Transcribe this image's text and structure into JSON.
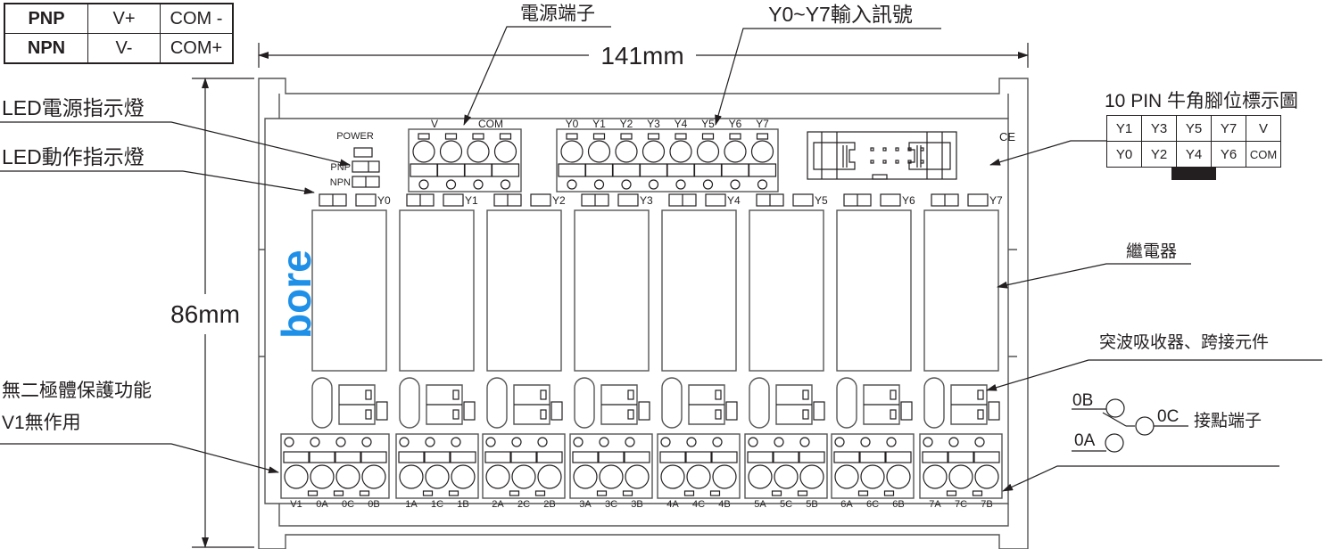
{
  "polarity_table": {
    "rows": [
      {
        "type": "PNP",
        "v": "V+",
        "com": "COM -"
      },
      {
        "type": "NPN",
        "v": "V-",
        "com": "COM+"
      }
    ]
  },
  "dimensions": {
    "width": "141mm",
    "height": "86mm"
  },
  "callouts": {
    "power_terminal": "電源端子",
    "input_signal": "Y0~Y7輸入訊號",
    "led_power": "LED電源指示燈",
    "led_action": "LED動作指示燈",
    "pin_diagram": "10 PIN 牛角腳位標示圖",
    "relay": "繼電器",
    "snubber": "突波吸收器、跨接元件",
    "diode_1": "無二極體保護功能",
    "diode_2": "V1無作用",
    "contact": "接點端子"
  },
  "board": {
    "logo": "bore",
    "ce_mark": "CE",
    "power_label": "POWER",
    "pnp_label": "PNP",
    "npn_label": "NPN",
    "power_terminal_labels": [
      "V",
      "COM"
    ],
    "input_terminal_labels": [
      "Y0",
      "Y1",
      "Y2",
      "Y3",
      "Y4",
      "Y5",
      "Y6",
      "Y7"
    ],
    "channel_labels": [
      "Y0",
      "Y1",
      "Y2",
      "Y3",
      "Y4",
      "Y5",
      "Y6",
      "Y7"
    ],
    "output_terminal_groups": [
      [
        "V1",
        "0A",
        "0C",
        "0B"
      ],
      [
        "1A",
        "1C",
        "1B"
      ],
      [
        "2A",
        "2C",
        "2B"
      ],
      [
        "3A",
        "3C",
        "3B"
      ],
      [
        "4A",
        "4C",
        "4B"
      ],
      [
        "5A",
        "5C",
        "5B"
      ],
      [
        "6A",
        "6C",
        "6B"
      ],
      [
        "7A",
        "7C",
        "7B"
      ]
    ]
  },
  "pin_table": {
    "top": [
      "Y1",
      "Y3",
      "Y5",
      "Y7",
      "V"
    ],
    "bottom": [
      "Y0",
      "Y2",
      "Y4",
      "Y6",
      "COM"
    ]
  },
  "contact_symbol": {
    "b": "0B",
    "c": "0C",
    "a": "0A"
  },
  "colors": {
    "logo": "#1e90e8",
    "line": "#231f20"
  }
}
